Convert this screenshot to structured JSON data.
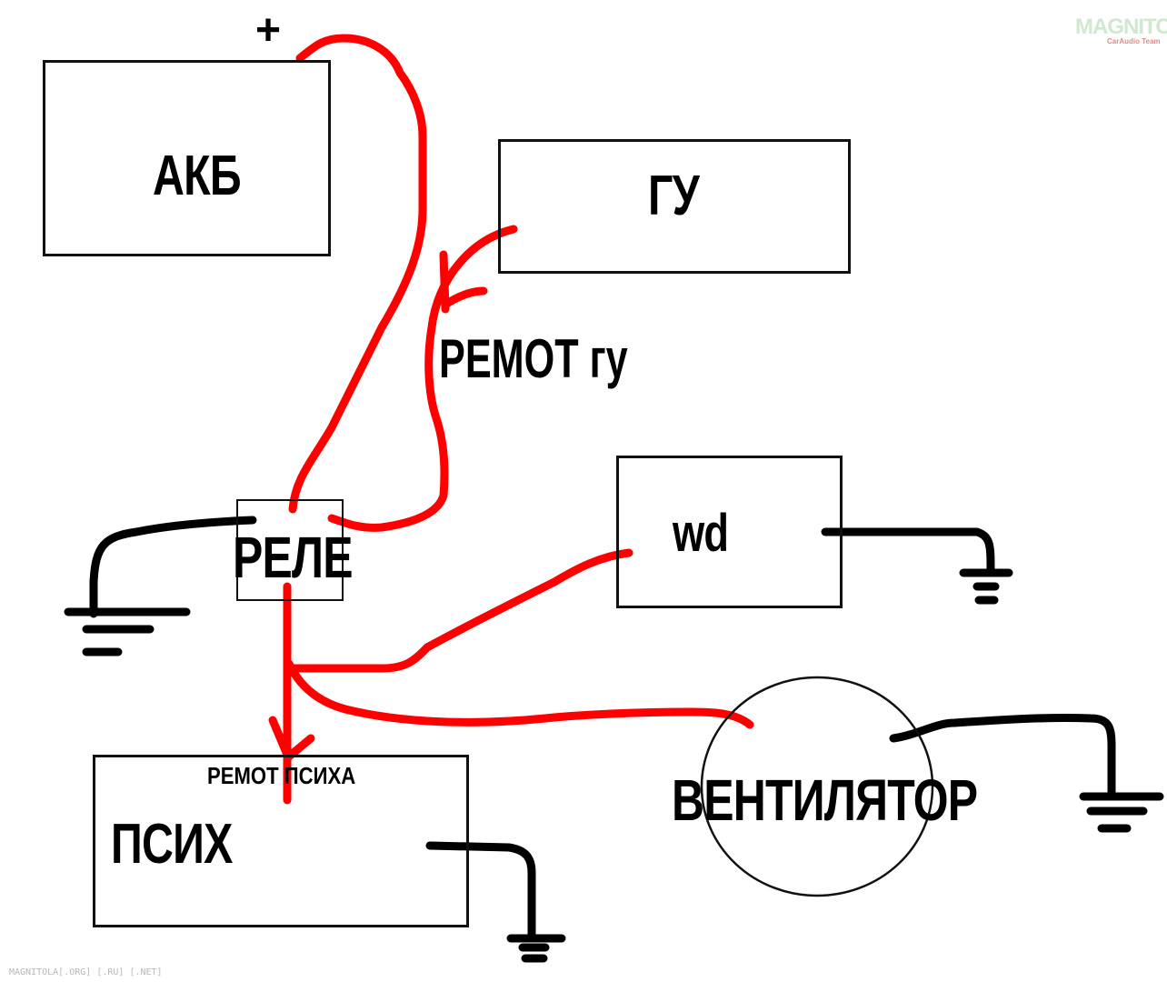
{
  "diagram": {
    "battery": {
      "label": "АКБ",
      "terminal": "+"
    },
    "head_unit": {
      "label": "ГУ"
    },
    "remote_head_unit": {
      "label": "РЕМОТ гу"
    },
    "relay": {
      "label": "РЕЛЕ"
    },
    "wd": {
      "label": "wd"
    },
    "amplifier": {
      "label": "ПСИХ",
      "remote_label": "РЕМОТ ПСИХА"
    },
    "fan": {
      "label": "ВЕНТИЛЯТОР"
    }
  },
  "watermark": {
    "logo": "MAGNITOLA",
    "sub": "CarAudio Team",
    "footer": "MAGNITOLA[.ORG] [.RU] [.NET]"
  },
  "colors": {
    "wire_positive": "#ff0000",
    "wire_ground": "#000000",
    "outline": "#111111"
  }
}
